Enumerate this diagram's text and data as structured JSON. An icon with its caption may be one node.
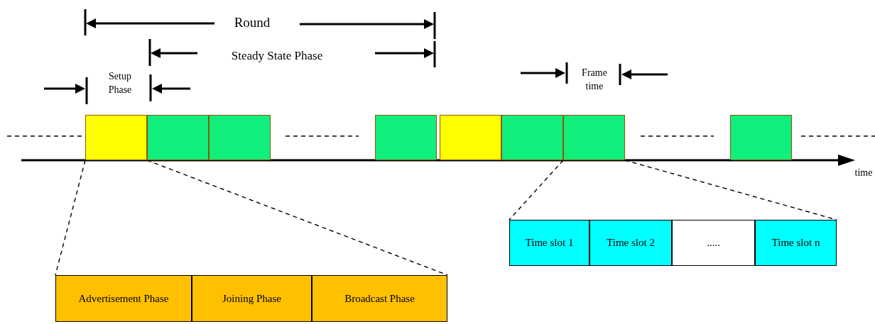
{
  "diagram": {
    "nodes": [
      {
        "text": [],
        "shape": "box"
      },
      {
        "text": [],
        "shape": "box"
      },
      {
        "text": [],
        "shape": "box"
      },
      {
        "text": [],
        "shape": "box"
      },
      {
        "text": [],
        "shape": "box"
      },
      {
        "text": [],
        "shape": "box"
      },
      {
        "text": [],
        "shape": "box"
      },
      {
        "text": [],
        "shape": "box"
      },
      {
        "text": [
          "Advertisement Phase"
        ]
      },
      {
        "text": [
          "Joining Phase"
        ]
      },
      {
        "text": [
          "Broadcast Phase"
        ]
      },
      {
        "text": [
          "Time slot 1"
        ]
      },
      {
        "text": [
          "Time slot 2"
        ]
      },
      {
        "text": [
          "....."
        ]
      },
      {
        "text": [
          "Time slot n"
        ]
      }
    ],
    "edges": [
      {
        "from": 0,
        "to": 8,
        "arrow": "none",
        "style": "dashed"
      },
      {
        "from": 0,
        "to": 10,
        "arrow": "none",
        "style": "dashed"
      },
      {
        "from": 6,
        "to": 11,
        "arrow": "none",
        "style": "dashed"
      },
      {
        "from": 6,
        "to": 14,
        "arrow": "none",
        "style": "dashed"
      }
    ],
    "labels": [
      "Round",
      "Steady State Phase",
      "Setup Phase",
      "Frame time",
      "time"
    ]
  }
}
